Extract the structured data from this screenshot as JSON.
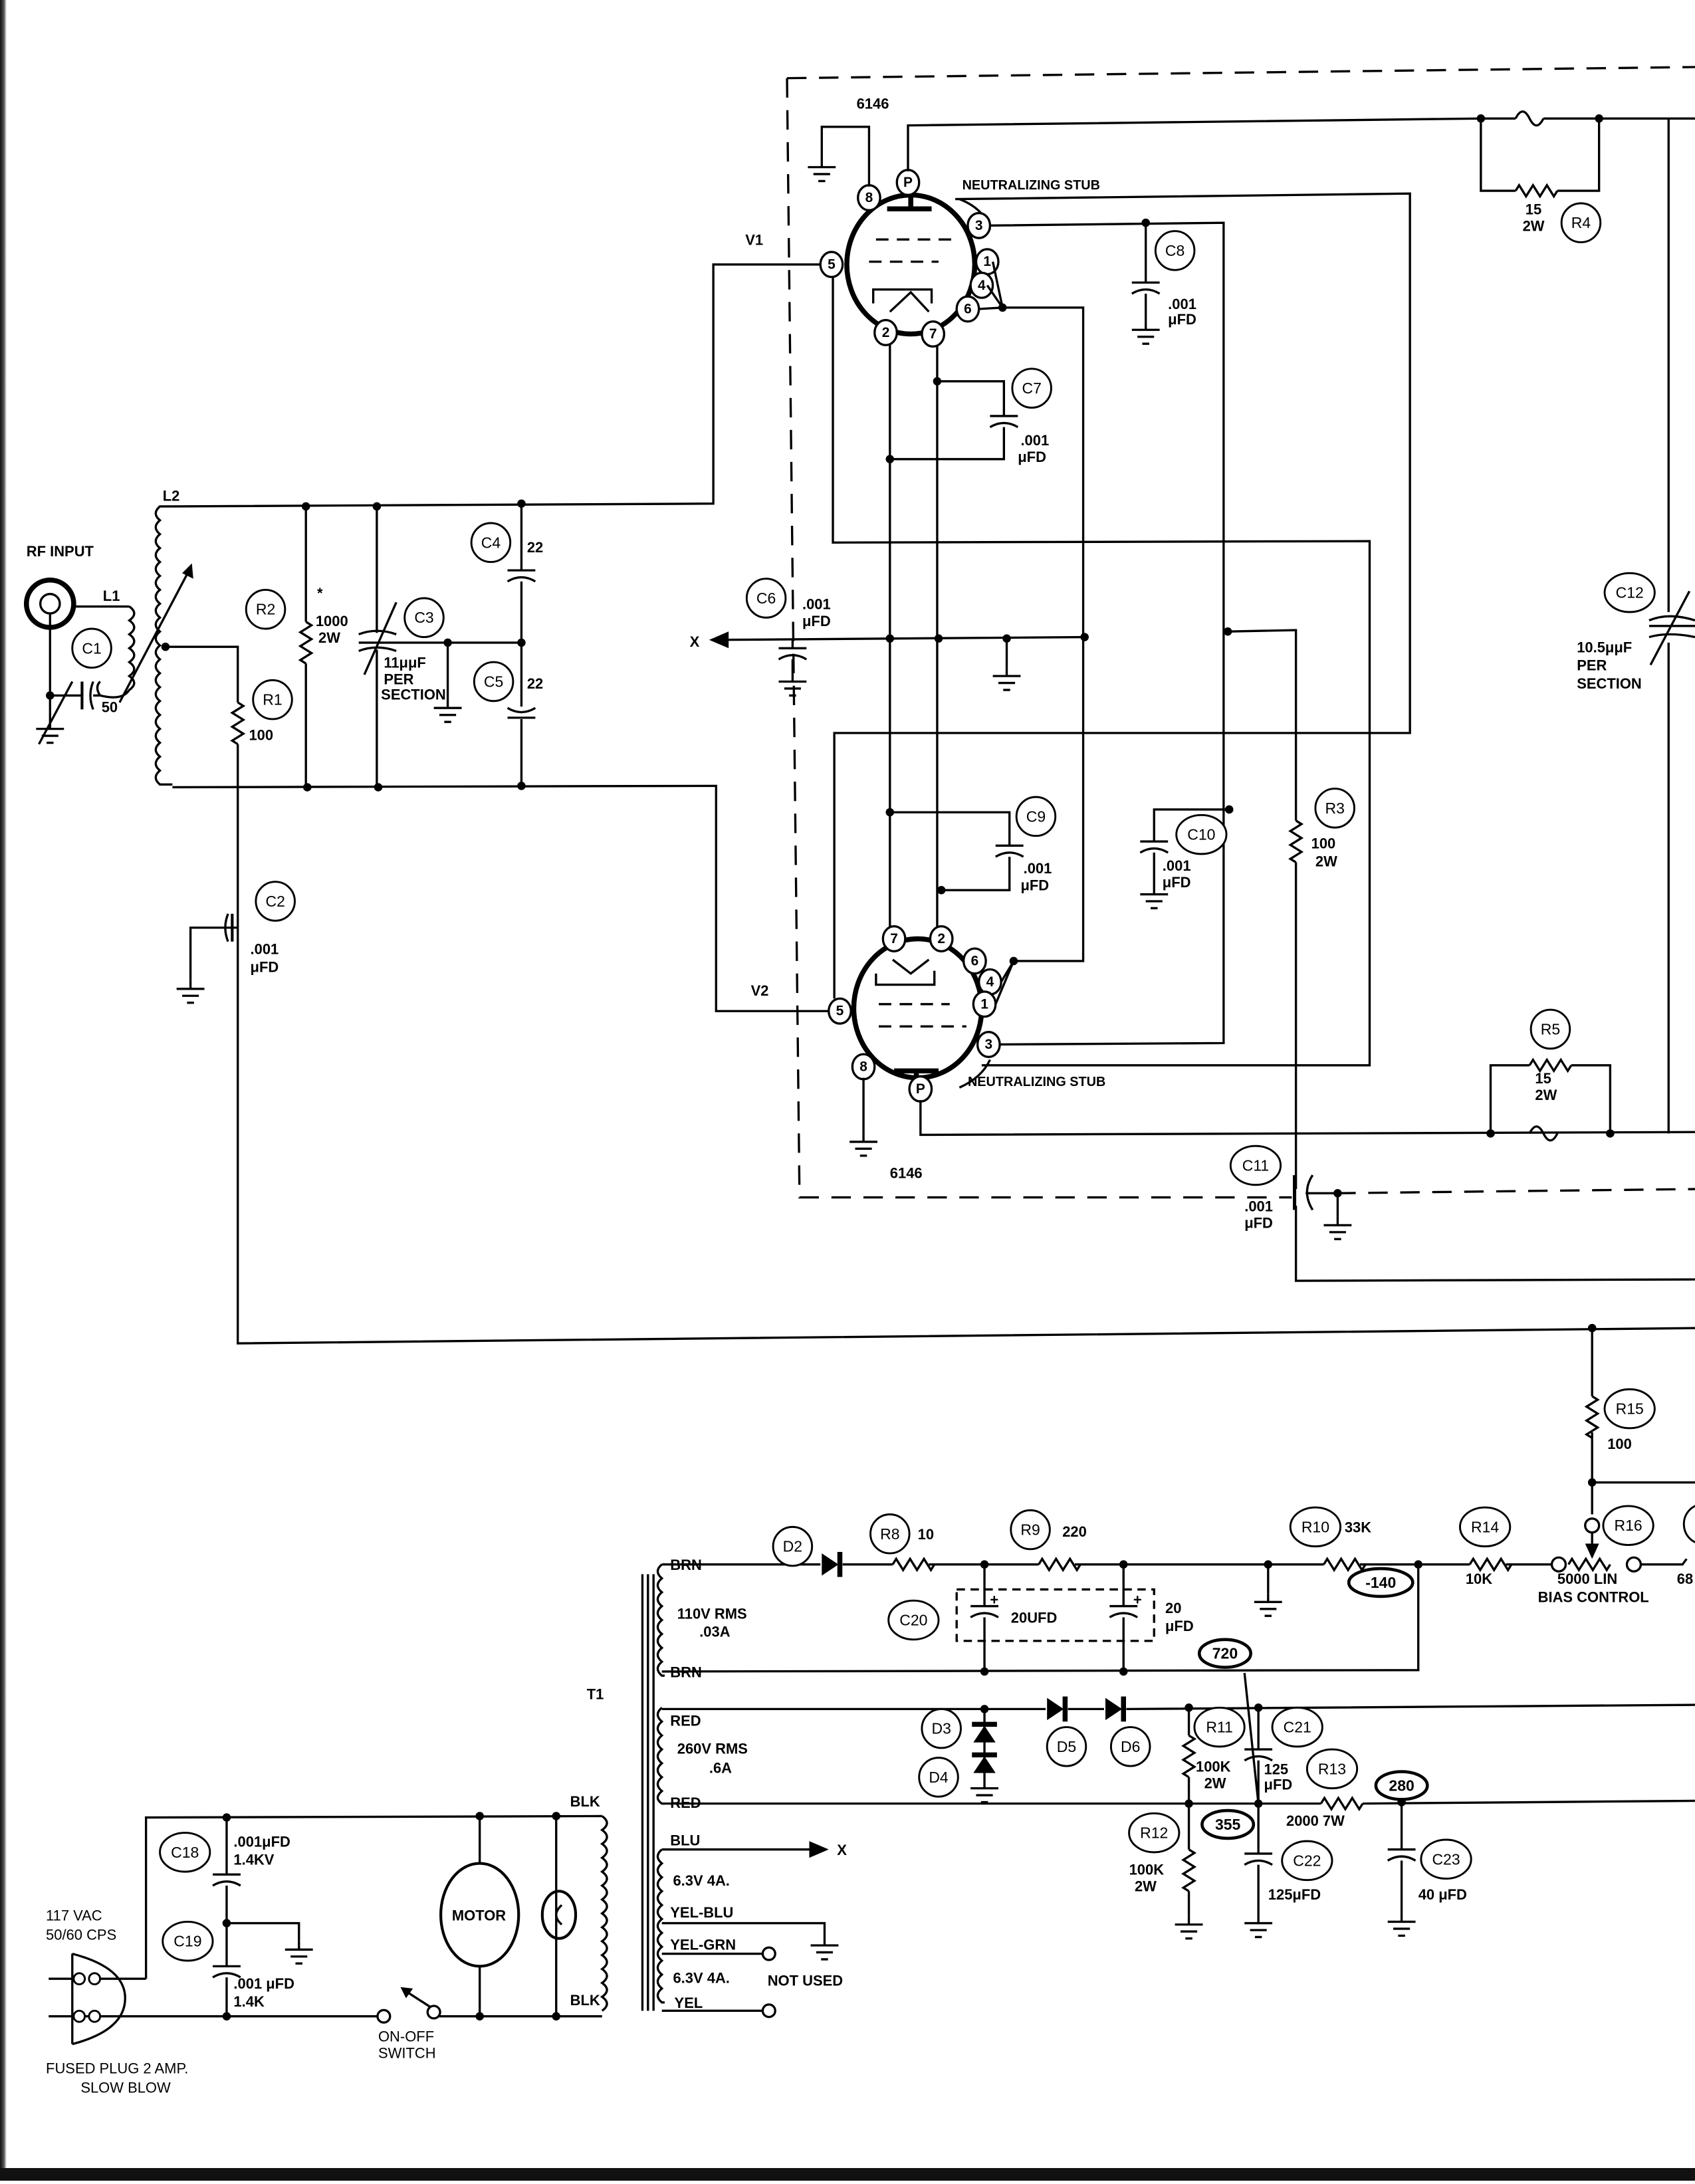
{
  "tubes": {
    "v1": {
      "ref": "V1",
      "type": "6146",
      "stub": "NEUTRALIZING STUB",
      "pins": {
        "p8": "8",
        "pP": "P",
        "p3": "3",
        "p5": "5",
        "p1": "1",
        "p4": "4",
        "p6": "6",
        "p2": "2",
        "p7": "7"
      }
    },
    "v2": {
      "ref": "V2",
      "type": "6146",
      "stub": "NEUTRALIZING STUB",
      "pins": {
        "p8": "8",
        "pP": "P",
        "p3": "3",
        "p5": "5",
        "p1": "1",
        "p4": "4",
        "p6": "6",
        "p2": "2",
        "p7": "7"
      }
    }
  },
  "input": {
    "rf_input": "RF INPUT",
    "l1": "L1",
    "l2": "L2",
    "c1": "C1",
    "c1_value": "50",
    "r1": "R1",
    "r1_value": "100",
    "r2": "R2",
    "r2_note": "*",
    "r2_value": "1000",
    "r2_rating": "2W",
    "c3": "C3",
    "c3_value": "11μμF",
    "c3_per": "PER",
    "c3_section": "SECTION",
    "c4": "C4",
    "c4_value": "22",
    "c5": "C5",
    "c5_value": "22",
    "c2": "C2",
    "c2_value": ".001",
    "c2_unit": "μFD"
  },
  "amplifier": {
    "x_label": "X",
    "c6": "C6",
    "c6_value": ".001",
    "c6_unit": "μFD",
    "c7": "C7",
    "c7_value": ".001",
    "c7_unit": "μFD",
    "c8": "C8",
    "c8_value": ".001",
    "c8_unit": "μFD",
    "c9": "C9",
    "c9_value": ".001",
    "c9_unit": "μFD",
    "c10": "C10",
    "c10_value": ".001",
    "c10_unit": "μFD",
    "r3": "R3",
    "r3_value": "100",
    "r3_rating": "2W",
    "c11": "C11",
    "c11_value": ".001",
    "c11_unit": "μFD"
  },
  "output": {
    "r4": "R4",
    "r4_value": "15",
    "r4_rating": "2W",
    "r5": "R5",
    "r5_value": "15",
    "r5_rating": "2W",
    "c12": "C12",
    "c12_value": "10.5μμF",
    "c12_per": "PER",
    "c12_section": "SECTION"
  },
  "bias": {
    "r15": "R15",
    "r15_value": "100",
    "r16": "R16",
    "r16_value": "5000 LIN",
    "r16_name": "BIAS CONTROL",
    "r14": "R14",
    "r14_value": "10K",
    "r17_partial": "R",
    "r17_value_partial": "68"
  },
  "power_supply": {
    "t1": "T1",
    "brn_top": "BRN",
    "brn_bottom": "BRN",
    "brn_rating": "110V RMS",
    "brn_current": ".03A",
    "red_top": "RED",
    "red_bottom": "RED",
    "red_rating": "260V RMS",
    "red_current": ".6A",
    "blu": "BLU",
    "blu_x": "X",
    "fil1_rating": "6.3V 4A.",
    "yel_blu": "YEL-BLU",
    "yel_grn": "YEL-GRN",
    "fil2_rating": "6.3V 4A.",
    "yel": "YEL",
    "not_used": "NOT USED",
    "blk_top": "BLK",
    "blk_bottom": "BLK",
    "d2": "D2",
    "d3": "D3",
    "d4": "D4",
    "d5": "D5",
    "d6": "D6",
    "r8": "R8",
    "r8_value": "10",
    "r9": "R9",
    "r9_value": "220",
    "r10": "R10",
    "r10_value": "33K",
    "c20": "C20",
    "c20_value": "20UFD",
    "c20b_value": "20",
    "c20b_unit": "μFD",
    "plus_a": "+",
    "plus_b": "+",
    "r11": "R11",
    "r11_value": "100K",
    "r11_rating": "2W",
    "c21": "C21",
    "c21_value": "125",
    "c21_unit": "μFD",
    "r12": "R12",
    "r12_value": "100K",
    "r12_rating": "2W",
    "c22": "C22",
    "c22_value": "125μFD",
    "r13": "R13",
    "r13_value": "2000 7W",
    "c23": "C23",
    "c23_value": "40 μFD",
    "volt_bias": "-140",
    "volt_720": "720",
    "volt_355": "355",
    "volt_280": "280"
  },
  "ac_input": {
    "mains": "117 VAC",
    "freq": "50/60 CPS",
    "plug": "FUSED PLUG 2 AMP.",
    "plug_type": "SLOW BLOW",
    "c18": "C18",
    "c18_value": ".001μFD",
    "c18_rating": "1.4KV",
    "c19": "C19",
    "c19_value": ".001 μFD",
    "c19_rating": "1.4K",
    "motor": "MOTOR",
    "switch_1": "ON-OFF",
    "switch_2": "SWITCH"
  }
}
